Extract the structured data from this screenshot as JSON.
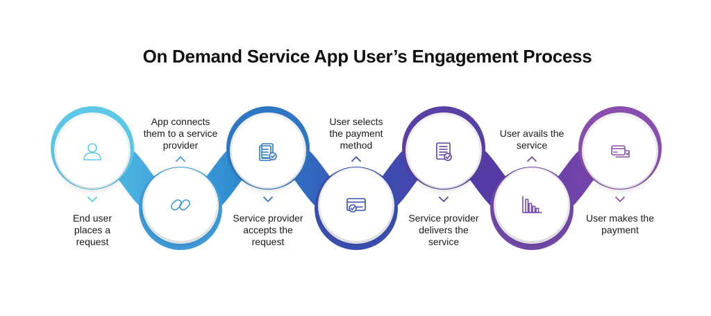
{
  "title": "On Demand Service App User’s Engagement Process",
  "steps": [
    {
      "label": "End user\nplaces a\nrequest",
      "icon": "user-icon",
      "position": "top",
      "color": "#5cc8e8"
    },
    {
      "label": "App connects\nthem to a service\nprovider",
      "icon": "link-icon",
      "position": "bottom",
      "color": "#3f9bd8"
    },
    {
      "label": "Service provider\naccepts the\nrequest",
      "icon": "document-check-icon",
      "position": "top",
      "color": "#2f76c4"
    },
    {
      "label": "User selects\nthe payment\nmethod",
      "icon": "credit-card-check-icon",
      "position": "bottom",
      "color": "#3a4fb0"
    },
    {
      "label": "Service provider\ndelivers the\nservice",
      "icon": "invoice-check-icon",
      "position": "top",
      "color": "#5a3fa5"
    },
    {
      "label": "User avails the\nservice",
      "icon": "bar-chart-icon",
      "position": "bottom",
      "color": "#7148a8"
    },
    {
      "label": "User makes the\npayment",
      "icon": "card-payment-icon",
      "position": "top",
      "color": "#8a4fae"
    }
  ]
}
